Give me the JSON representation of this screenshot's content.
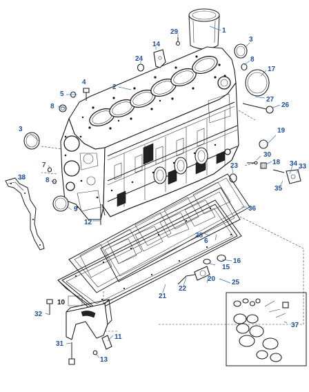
{
  "diagram": {
    "callouts": [
      {
        "id": "c1",
        "label": "1"
      },
      {
        "id": "c2",
        "label": "2"
      },
      {
        "id": "c3a",
        "label": "3"
      },
      {
        "id": "c3b",
        "label": "3"
      },
      {
        "id": "c4",
        "label": "4"
      },
      {
        "id": "c5",
        "label": "5"
      },
      {
        "id": "c6",
        "label": "6"
      },
      {
        "id": "c7",
        "label": "7"
      },
      {
        "id": "c8a",
        "label": "8"
      },
      {
        "id": "c8b",
        "label": "8"
      },
      {
        "id": "c8c",
        "label": "8"
      },
      {
        "id": "c9",
        "label": "9"
      },
      {
        "id": "c10",
        "label": "10"
      },
      {
        "id": "c11",
        "label": "11"
      },
      {
        "id": "c12",
        "label": "12"
      },
      {
        "id": "c13",
        "label": "13"
      },
      {
        "id": "c14",
        "label": "14"
      },
      {
        "id": "c15",
        "label": "15"
      },
      {
        "id": "c16",
        "label": "16"
      },
      {
        "id": "c17",
        "label": "17"
      },
      {
        "id": "c18",
        "label": "18"
      },
      {
        "id": "c19",
        "label": "19"
      },
      {
        "id": "c20",
        "label": "20"
      },
      {
        "id": "c21",
        "label": "21"
      },
      {
        "id": "c22",
        "label": "22"
      },
      {
        "id": "c23",
        "label": "23"
      },
      {
        "id": "c24",
        "label": "24"
      },
      {
        "id": "c25",
        "label": "25"
      },
      {
        "id": "c26",
        "label": "26"
      },
      {
        "id": "c27",
        "label": "27"
      },
      {
        "id": "c28",
        "label": "28"
      },
      {
        "id": "c29",
        "label": "29"
      },
      {
        "id": "c30",
        "label": "30"
      },
      {
        "id": "c31",
        "label": "31"
      },
      {
        "id": "c32",
        "label": "32"
      },
      {
        "id": "c33",
        "label": "33"
      },
      {
        "id": "c34",
        "label": "34"
      },
      {
        "id": "c35",
        "label": "35"
      },
      {
        "id": "c36",
        "label": "36"
      },
      {
        "id": "c37",
        "label": "37"
      },
      {
        "id": "c38",
        "label": "38"
      }
    ]
  }
}
